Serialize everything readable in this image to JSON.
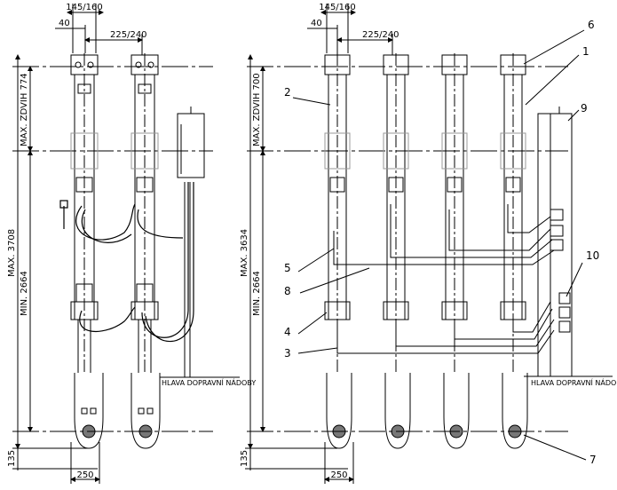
{
  "drawing": {
    "left_view": {
      "dim_top_pitch": "145/160",
      "dim_top_offset": "40",
      "dim_top_span": "225/240",
      "dim_max_lift": "MAX. ZDVIH 774",
      "dim_max_height": "MAX. 3708",
      "dim_min_height": "MIN. 2664",
      "dim_bottom_135": "135",
      "dim_bottom_250": "250",
      "label_pump_head": "HLAVA DOPRAVNÍ NÁDOBY"
    },
    "right_view": {
      "dim_top_pitch": "145/160",
      "dim_top_offset": "40",
      "dim_top_span": "225/240",
      "dim_max_lift": "MAX. ZDVIH 700",
      "dim_max_height": "MAX. 3634",
      "dim_min_height": "MIN. 2664",
      "dim_bottom_135": "135",
      "dim_bottom_250": "250",
      "label_pump_head": "HLAVA DOPRAVNÍ NÁDOBY"
    },
    "callouts": {
      "c1": "1",
      "c2": "2",
      "c3": "3",
      "c4": "4",
      "c5": "5",
      "c6": "6",
      "c7": "7",
      "c8": "8",
      "c9": "9",
      "c10": "10"
    },
    "colors": {
      "line": "#000000",
      "background": "#ffffff",
      "light": "#999999"
    }
  }
}
